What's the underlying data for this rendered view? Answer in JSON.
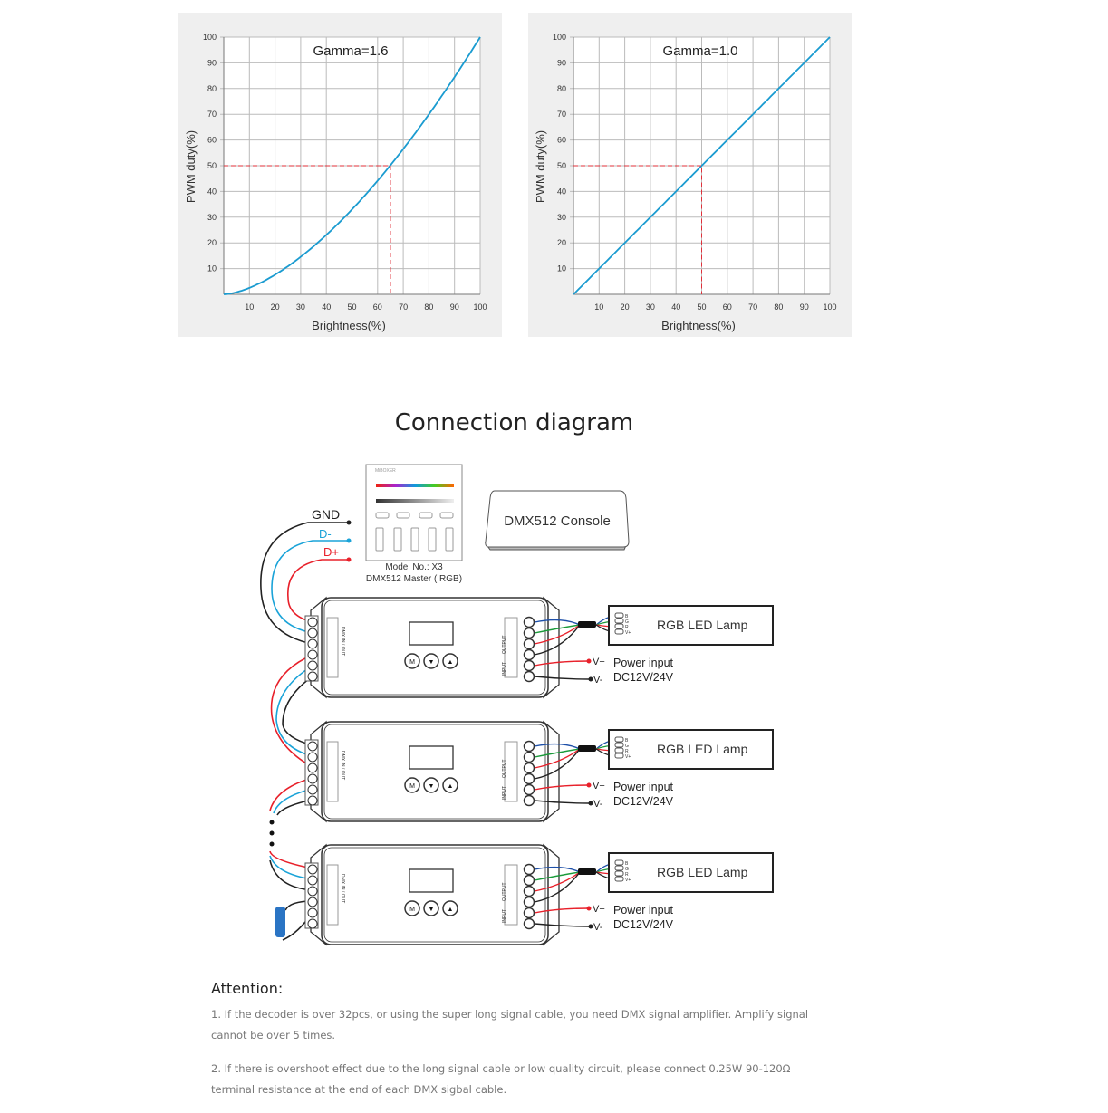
{
  "chart_data": [
    {
      "type": "line",
      "title": "Gamma=1.6",
      "xlabel": "Brightness(%)",
      "ylabel": "PWM duty(%)",
      "xlim": [
        0,
        100
      ],
      "ylim": [
        0,
        100
      ],
      "xticks": [
        10,
        20,
        30,
        40,
        50,
        60,
        70,
        80,
        90,
        100
      ],
      "yticks": [
        10,
        20,
        30,
        40,
        50,
        60,
        70,
        80,
        90,
        100
      ],
      "grid": true,
      "gamma": 1.6,
      "x": [
        0,
        10,
        20,
        30,
        40,
        50,
        60,
        70,
        80,
        90,
        100
      ],
      "y": [
        0,
        2.5,
        7.6,
        14.6,
        23.1,
        33,
        44.1,
        56.5,
        70,
        84.5,
        100
      ],
      "guide": {
        "x": 65,
        "y": 50
      },
      "line_color": "#1a9bd0",
      "guide_color": "#e0303a"
    },
    {
      "type": "line",
      "title": "Gamma=1.0",
      "xlabel": "Brightness(%)",
      "ylabel": "PWM duty(%)",
      "xlim": [
        0,
        100
      ],
      "ylim": [
        0,
        100
      ],
      "xticks": [
        10,
        20,
        30,
        40,
        50,
        60,
        70,
        80,
        90,
        100
      ],
      "yticks": [
        10,
        20,
        30,
        40,
        50,
        60,
        70,
        80,
        90,
        100
      ],
      "grid": true,
      "gamma": 1.0,
      "x": [
        0,
        10,
        20,
        30,
        40,
        50,
        60,
        70,
        80,
        90,
        100
      ],
      "y": [
        0,
        10,
        20,
        30,
        40,
        50,
        60,
        70,
        80,
        90,
        100
      ],
      "guide": {
        "x": 50,
        "y": 50
      },
      "line_color": "#1a9bd0",
      "guide_color": "#e0303a"
    }
  ],
  "diagram": {
    "title": "Connection diagram",
    "signals": {
      "gnd": "GND",
      "dminus": "D-",
      "dplus": "D+"
    },
    "master": {
      "brand": "MiBOXER",
      "model": "Model No.: X3",
      "name": "DMX512 Master ( RGB)"
    },
    "console": "DMX512 Console",
    "decoder": {
      "dmx_label": "DMX IN / OUT",
      "output_label": "OUTPUT",
      "input_label": "INPUT",
      "buttons": [
        "M",
        "▼",
        "▲"
      ],
      "lamp": "RGB LED Lamp",
      "lamp_pins": [
        "B",
        "G",
        "R",
        "V+"
      ],
      "vplus": "V+",
      "vminus": "V-",
      "power": "Power input",
      "voltage": "DC12V/24V"
    },
    "colors": {
      "red": "#e8202a",
      "blue": "#1aa3d8",
      "green": "#1a9a3a",
      "navy": "#1d4fa8"
    }
  },
  "attention": {
    "title": "Attention:",
    "items": [
      "1. If the decoder is over 32pcs, or using the super long signal cable, you need DMX signal amplifier. Amplify signal cannot be over 5 times.",
      "2. If there is overshoot effect due to the long signal cable or low quality circuit, please connect 0.25W 90-120Ω terminal resistance at the end of each DMX sigbal cable."
    ]
  }
}
